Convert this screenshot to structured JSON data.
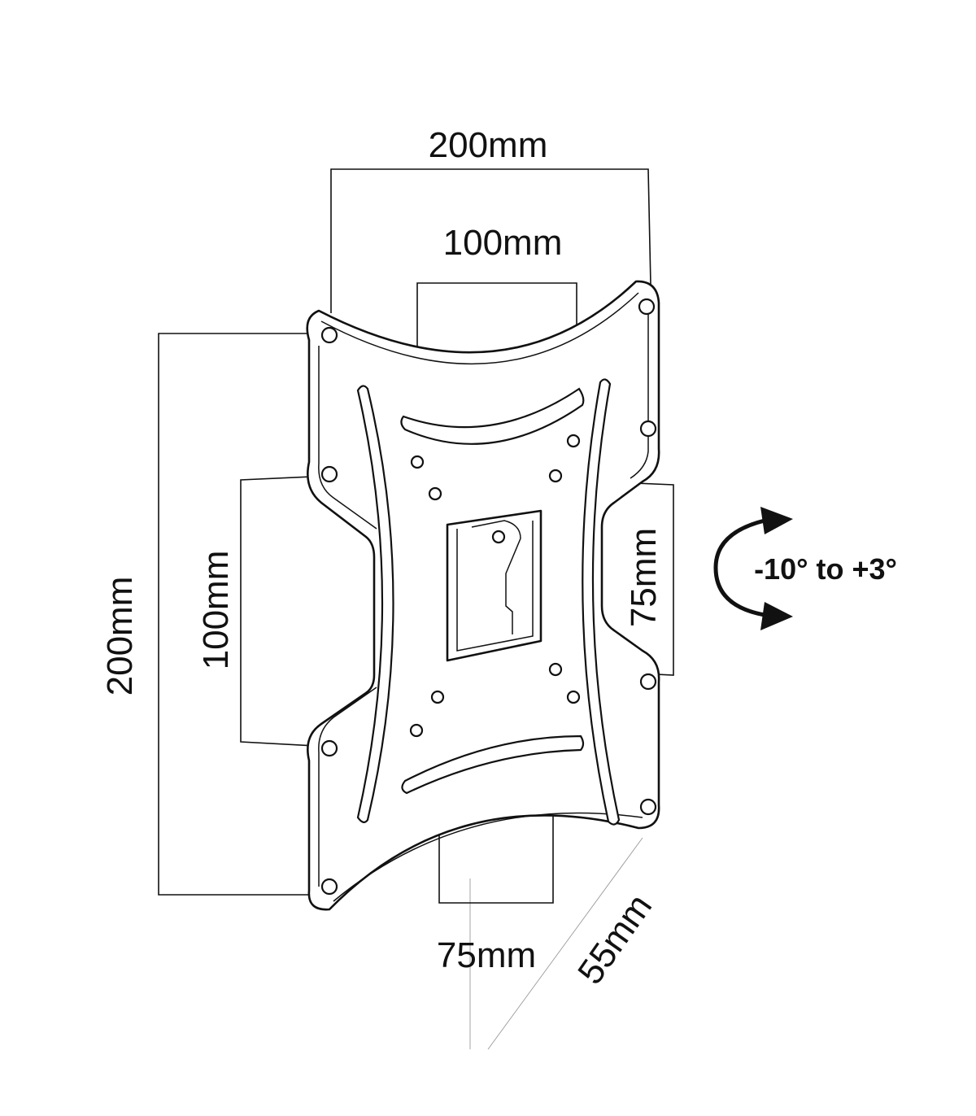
{
  "dimensions": {
    "top_outer": "200mm",
    "top_inner": "100mm",
    "left_outer": "200mm",
    "left_inner": "100mm",
    "right_inner": "75mm",
    "bottom_inner": "75mm",
    "depth": "55mm"
  },
  "tilt": {
    "label": "-10° to +3°",
    "icon": "curved-double-arrow-icon"
  },
  "colors": {
    "line": "#111111",
    "background": "#ffffff"
  }
}
